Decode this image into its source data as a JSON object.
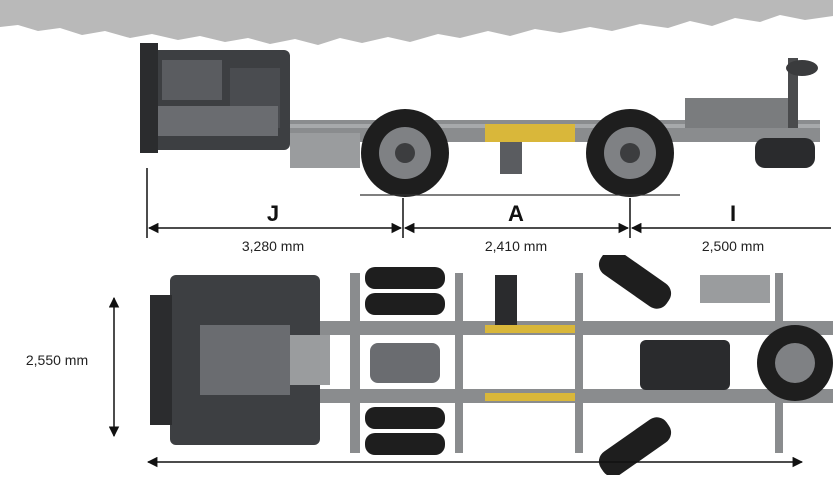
{
  "dimensions": {
    "wheelbase_letter": "A",
    "front_overhang_letter": "J",
    "rear_overhang_letter": "I",
    "front_overhang": "3,280 mm",
    "wheelbase": "2,410 mm",
    "rear_overhang": "2,500 mm",
    "width": "2,550 mm"
  },
  "colors": {
    "header_gray": "#b9b9b9",
    "frame_gray": "#8a8c8e",
    "accent_yellow": "#d9b73a",
    "tire_dark": "#1e1e1e",
    "engine_dark": "#3d3f42"
  }
}
